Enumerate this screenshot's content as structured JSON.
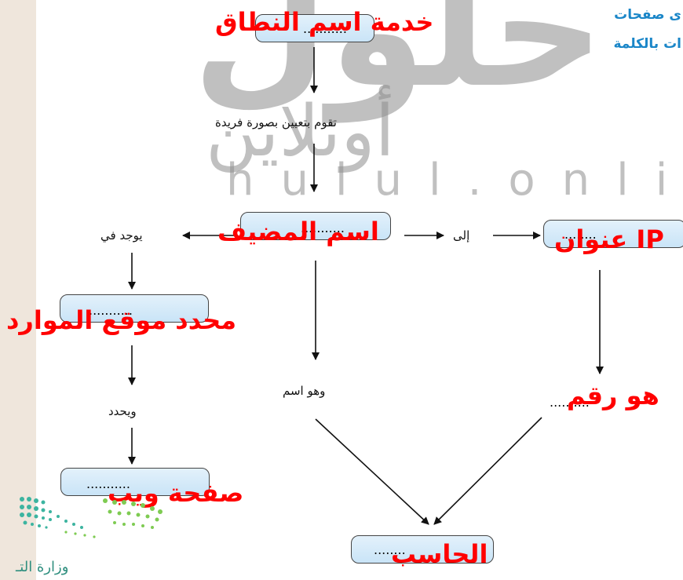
{
  "watermark": {
    "big": "حلول",
    "arabic": "أونلاين",
    "latin": "hulul.onli"
  },
  "top_right_text": {
    "line1": "ى صفحات",
    "line2": "ات بالكلمة"
  },
  "nodes": {
    "domain_service": {
      "dots": "...........",
      "answer": "خدمة اسم النطاق"
    },
    "host_name": {
      "dots": "...........",
      "answer": "اسم المضيف"
    },
    "ip_address": {
      "dots": "........",
      "answer": "عنوان IP"
    },
    "url": {
      "dots": "...........",
      "answer": "محدد موقع الموارد"
    },
    "web_page": {
      "dots": "...........",
      "answer": "صفحة ويب"
    },
    "computer": {
      "dots": "........",
      "answer": "الحاسب"
    }
  },
  "labels": {
    "assigns_unique": "تقوم بتعيين بصورة فريدة",
    "found_in": "يوجد في",
    "to": "إلى",
    "and_specifies": "ويحدد",
    "it_is_a_name": "وهو اسم",
    "is_number_dots": "..........",
    "is_number_answer": "هو رقم"
  },
  "footer": {
    "ministry": "وزارة التـ"
  }
}
